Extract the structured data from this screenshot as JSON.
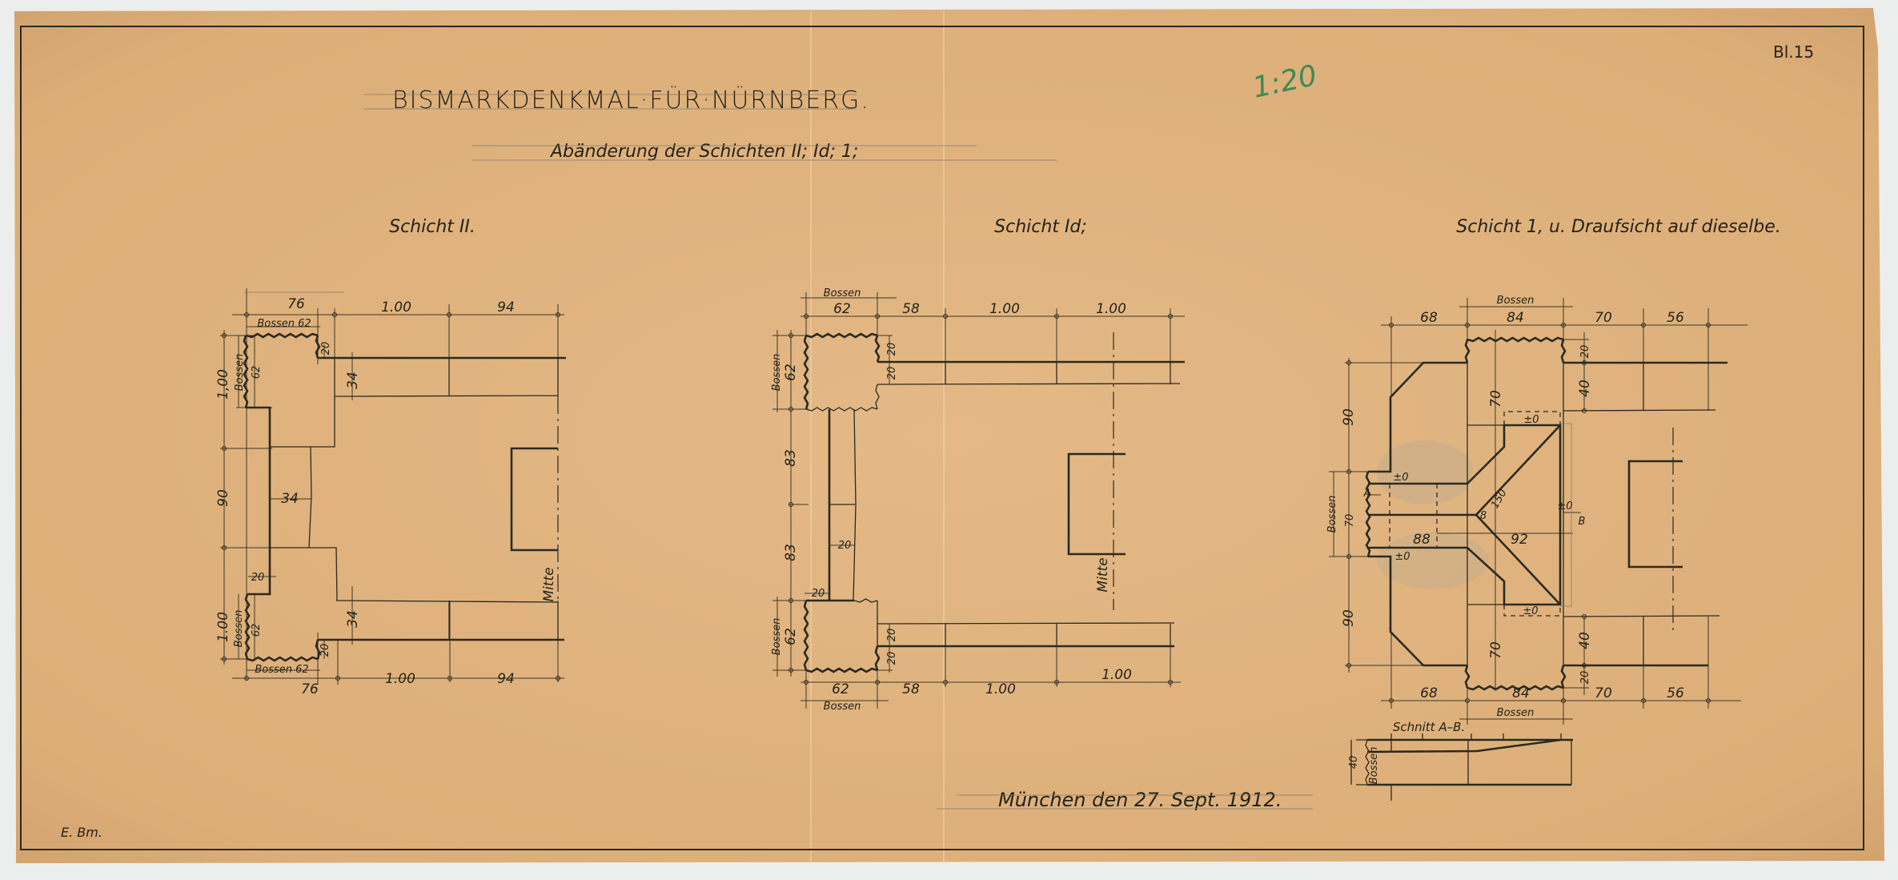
{
  "sheet": {
    "title": "BISMARKDENKMAL·FÜR·NÜRNBERG.",
    "subtitle": "Abänderung der Schichten II; Id; 1;",
    "scale": "1:20",
    "sheet_no": "Bl.15",
    "place_date": "München den 27. Sept. 1912.",
    "initials": "E. Bm.",
    "colors": {
      "paper": "#e0b47f",
      "ink": "#2b2a20",
      "scale_ink": "#3f8a56"
    }
  },
  "plans": [
    {
      "label": "Schicht II.",
      "dims": [
        "76",
        "1.00",
        "94",
        "Bossen 62",
        "20",
        "34",
        "62",
        "Bossen",
        "1,00",
        "90",
        "34",
        "20",
        "1.00",
        "Bossen",
        "62",
        "20",
        "34",
        "Bossen 62",
        "76",
        "1.00",
        "94",
        "Mitte"
      ]
    },
    {
      "label": "Schicht Id;",
      "dims": [
        "Bossen",
        "62",
        "58",
        "1.00",
        "1.00",
        "20",
        "20",
        "Bossen",
        "62",
        "83",
        "83",
        "20",
        "20",
        "Bossen",
        "62",
        "20",
        "20",
        "62",
        "58",
        "1.00",
        "1.00",
        "Bossen",
        "Mitte"
      ]
    },
    {
      "label": "Schicht 1, u. Draufsicht auf dieselbe.",
      "dims": [
        "Bossen",
        "68",
        "84",
        "70",
        "56",
        "20",
        "70",
        "40",
        "90",
        "±0",
        "±0",
        "Bossen",
        "70",
        "A",
        "8",
        "150",
        "±0",
        "B",
        "88",
        "92",
        "±0",
        "±0",
        "90",
        "70",
        "40",
        "20",
        "68",
        "84",
        "70",
        "56",
        "Bossen"
      ]
    }
  ],
  "section": {
    "label": "Schnitt A–B.",
    "dims": [
      "40",
      "Bossen"
    ]
  }
}
